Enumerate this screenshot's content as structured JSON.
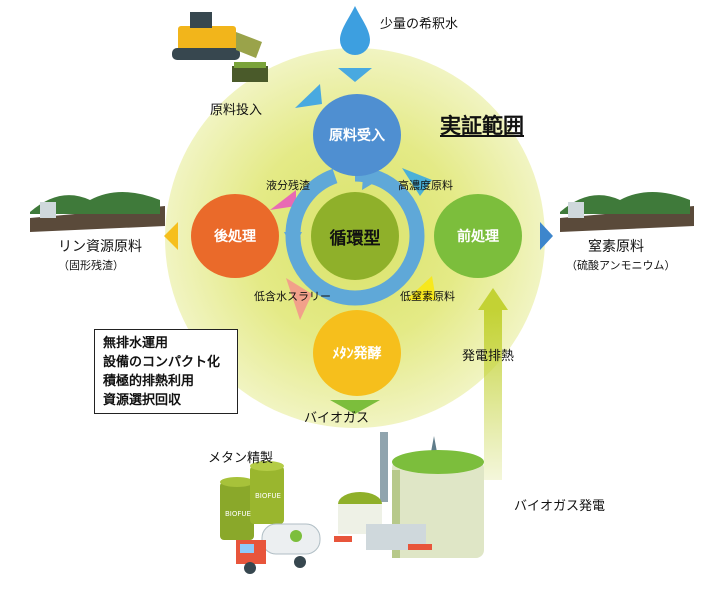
{
  "title": "実証範囲",
  "center": "循環型",
  "nodes": {
    "receive": "原料受入",
    "pre": "前処理",
    "post": "後処理",
    "methane": "ﾒﾀﾝ発酵"
  },
  "flows": {
    "liquid_residue": "液分残渣",
    "high_conc": "高濃度原料",
    "low_n": "低窒素原料",
    "low_slurry": "低含水スラリー"
  },
  "outer": {
    "water": "少量の希釈水",
    "feed_in": "原料投入",
    "phosphorus": "リン資源原料",
    "phosphorus_sub": "（固形残渣）",
    "nitrogen": "窒素原料",
    "nitrogen_sub": "（硫酸アンモニウム）",
    "biogas": "バイオガス",
    "methane_refine": "メタン精製",
    "biogas_power": "バイオガス発電",
    "waste_heat": "発電排熱",
    "drum_label": "BIOFUE"
  },
  "features": [
    "無排水運用",
    "設備のコンパクト化",
    "積極的排熱利用",
    "資源選択回収"
  ],
  "colors": {
    "halo": "#e6ec8a",
    "receive": "#4f8fd1",
    "pre": "#7cbe3c",
    "post": "#ea6a2a",
    "methane": "#f6bf1c",
    "cycle": "#5fa8d8",
    "center": "#8fb02a"
  }
}
